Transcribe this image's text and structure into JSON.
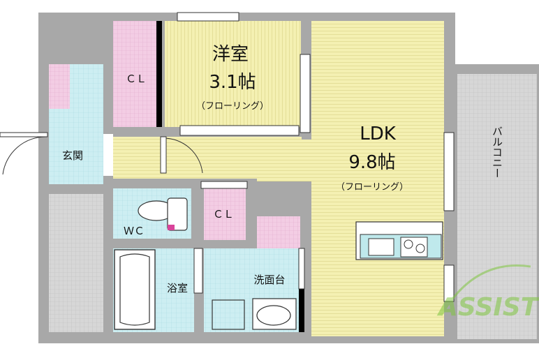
{
  "rooms": {
    "western": {
      "name": "洋室",
      "size": "3.1帖",
      "floor": "（フローリング）"
    },
    "ldk": {
      "name": "LDK",
      "size": "9.8帖",
      "floor": "（フローリング）"
    },
    "closet_main": "ＣＬ",
    "closet_small": "ＣＬ",
    "entrance": "玄関",
    "toilet": "ＷＣ",
    "bath": "浴室",
    "washroom": "洗面台",
    "balcony": "バルコニー"
  },
  "watermark": "ASSIST",
  "colors": {
    "wall": "#a8a8a8",
    "room_floor": "#f4f0b2",
    "wet_area": "#cdeef2",
    "closet": "#f3cde4",
    "balcony": "#d7d7d7",
    "kitchen": "#bfe9ec",
    "watermark": "#7fc53f"
  }
}
